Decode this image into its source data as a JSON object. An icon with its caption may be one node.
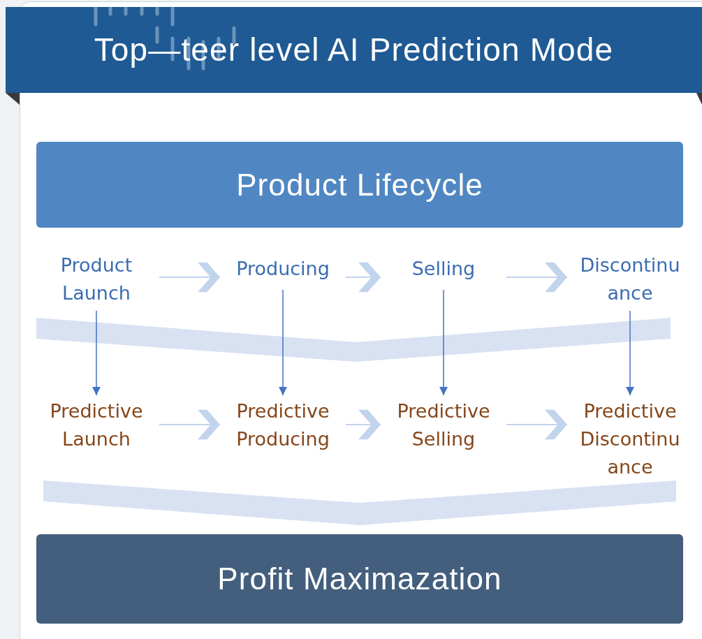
{
  "diagram": {
    "title": "Top—teer level AI Prediction Mode",
    "nodes": [
      {
        "text": [
          "Product Lifecycle"
        ]
      },
      {
        "text": [
          "Product Launch"
        ]
      },
      {
        "text": [
          "Producing"
        ]
      },
      {
        "text": [
          "Selling"
        ]
      },
      {
        "text": [
          "Discontinu ance"
        ]
      },
      {
        "text": [
          "Predictive Launch"
        ]
      },
      {
        "text": [
          "Predictive Producing"
        ]
      },
      {
        "text": [
          "Predictive Selling"
        ]
      },
      {
        "text": [
          "Predictive Discontinu ance"
        ]
      },
      {
        "text": [
          "Profit Maximazation"
        ]
      }
    ],
    "edges": [
      {
        "from": 1,
        "to": 2,
        "arrow": "to"
      },
      {
        "from": 2,
        "to": 3,
        "arrow": "to"
      },
      {
        "from": 3,
        "to": 4,
        "arrow": "to"
      },
      {
        "from": 1,
        "to": 5,
        "arrow": "to",
        "color": "#4472c4"
      },
      {
        "from": 2,
        "to": 6,
        "arrow": "to",
        "color": "#4472c4"
      },
      {
        "from": 3,
        "to": 7,
        "arrow": "to",
        "color": "#4472c4"
      },
      {
        "from": 4,
        "to": 8,
        "arrow": "to",
        "color": "#4472c4"
      },
      {
        "from": 5,
        "to": 6,
        "arrow": "to"
      },
      {
        "from": 6,
        "to": 7,
        "arrow": "to"
      },
      {
        "from": 7,
        "to": 8,
        "arrow": "to"
      }
    ]
  }
}
